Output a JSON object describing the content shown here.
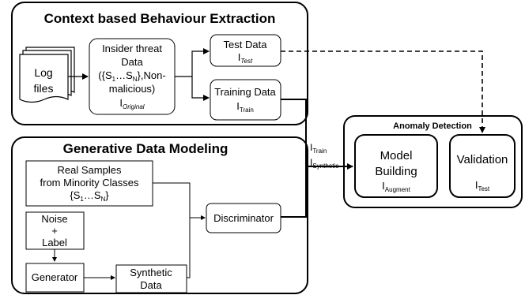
{
  "context_panel": {
    "title": "Context based Behaviour Extraction"
  },
  "log_files": {
    "line1": "Log",
    "line2": "files"
  },
  "insider": {
    "line1": "Insider threat",
    "line2": "Data",
    "line3a": "({S",
    "line3_sub1": "1",
    "line3b": "…S",
    "line3_sub2": "N",
    "line3c": "},Non-",
    "line4": "malicious)",
    "var": "I",
    "var_sub": "Original"
  },
  "test_data": {
    "label": "Test Data",
    "var": "I",
    "var_sub": "Test"
  },
  "training_data": {
    "label": "Training Data",
    "var": "I",
    "var_sub": "Train"
  },
  "generative_panel": {
    "title": "Generative Data Modeling"
  },
  "real_samples": {
    "line1": "Real Samples",
    "line2": "from Minority Classes",
    "set_open": "{S",
    "set_sub1": "1",
    "set_mid": "…S",
    "set_sub2": "N",
    "set_close": "}"
  },
  "noise": {
    "line1": "Noise",
    "line2": "+",
    "line3": "Label"
  },
  "generator": {
    "label": "Generator"
  },
  "synthetic": {
    "line1": "Synthetic",
    "line2": "Data"
  },
  "discriminator": {
    "label": "Discriminator"
  },
  "link_labels": {
    "train_var": "I",
    "train_sub": "Train",
    "synth_var": "I",
    "synth_sub": "Synthetic"
  },
  "anomaly_panel": {
    "title": "Anomaly Detection"
  },
  "model_building": {
    "line1": "Model",
    "line2": "Building",
    "var": "I",
    "var_sub": "Augment"
  },
  "validation": {
    "label": "Validation",
    "var": "I",
    "var_sub": "Test"
  }
}
